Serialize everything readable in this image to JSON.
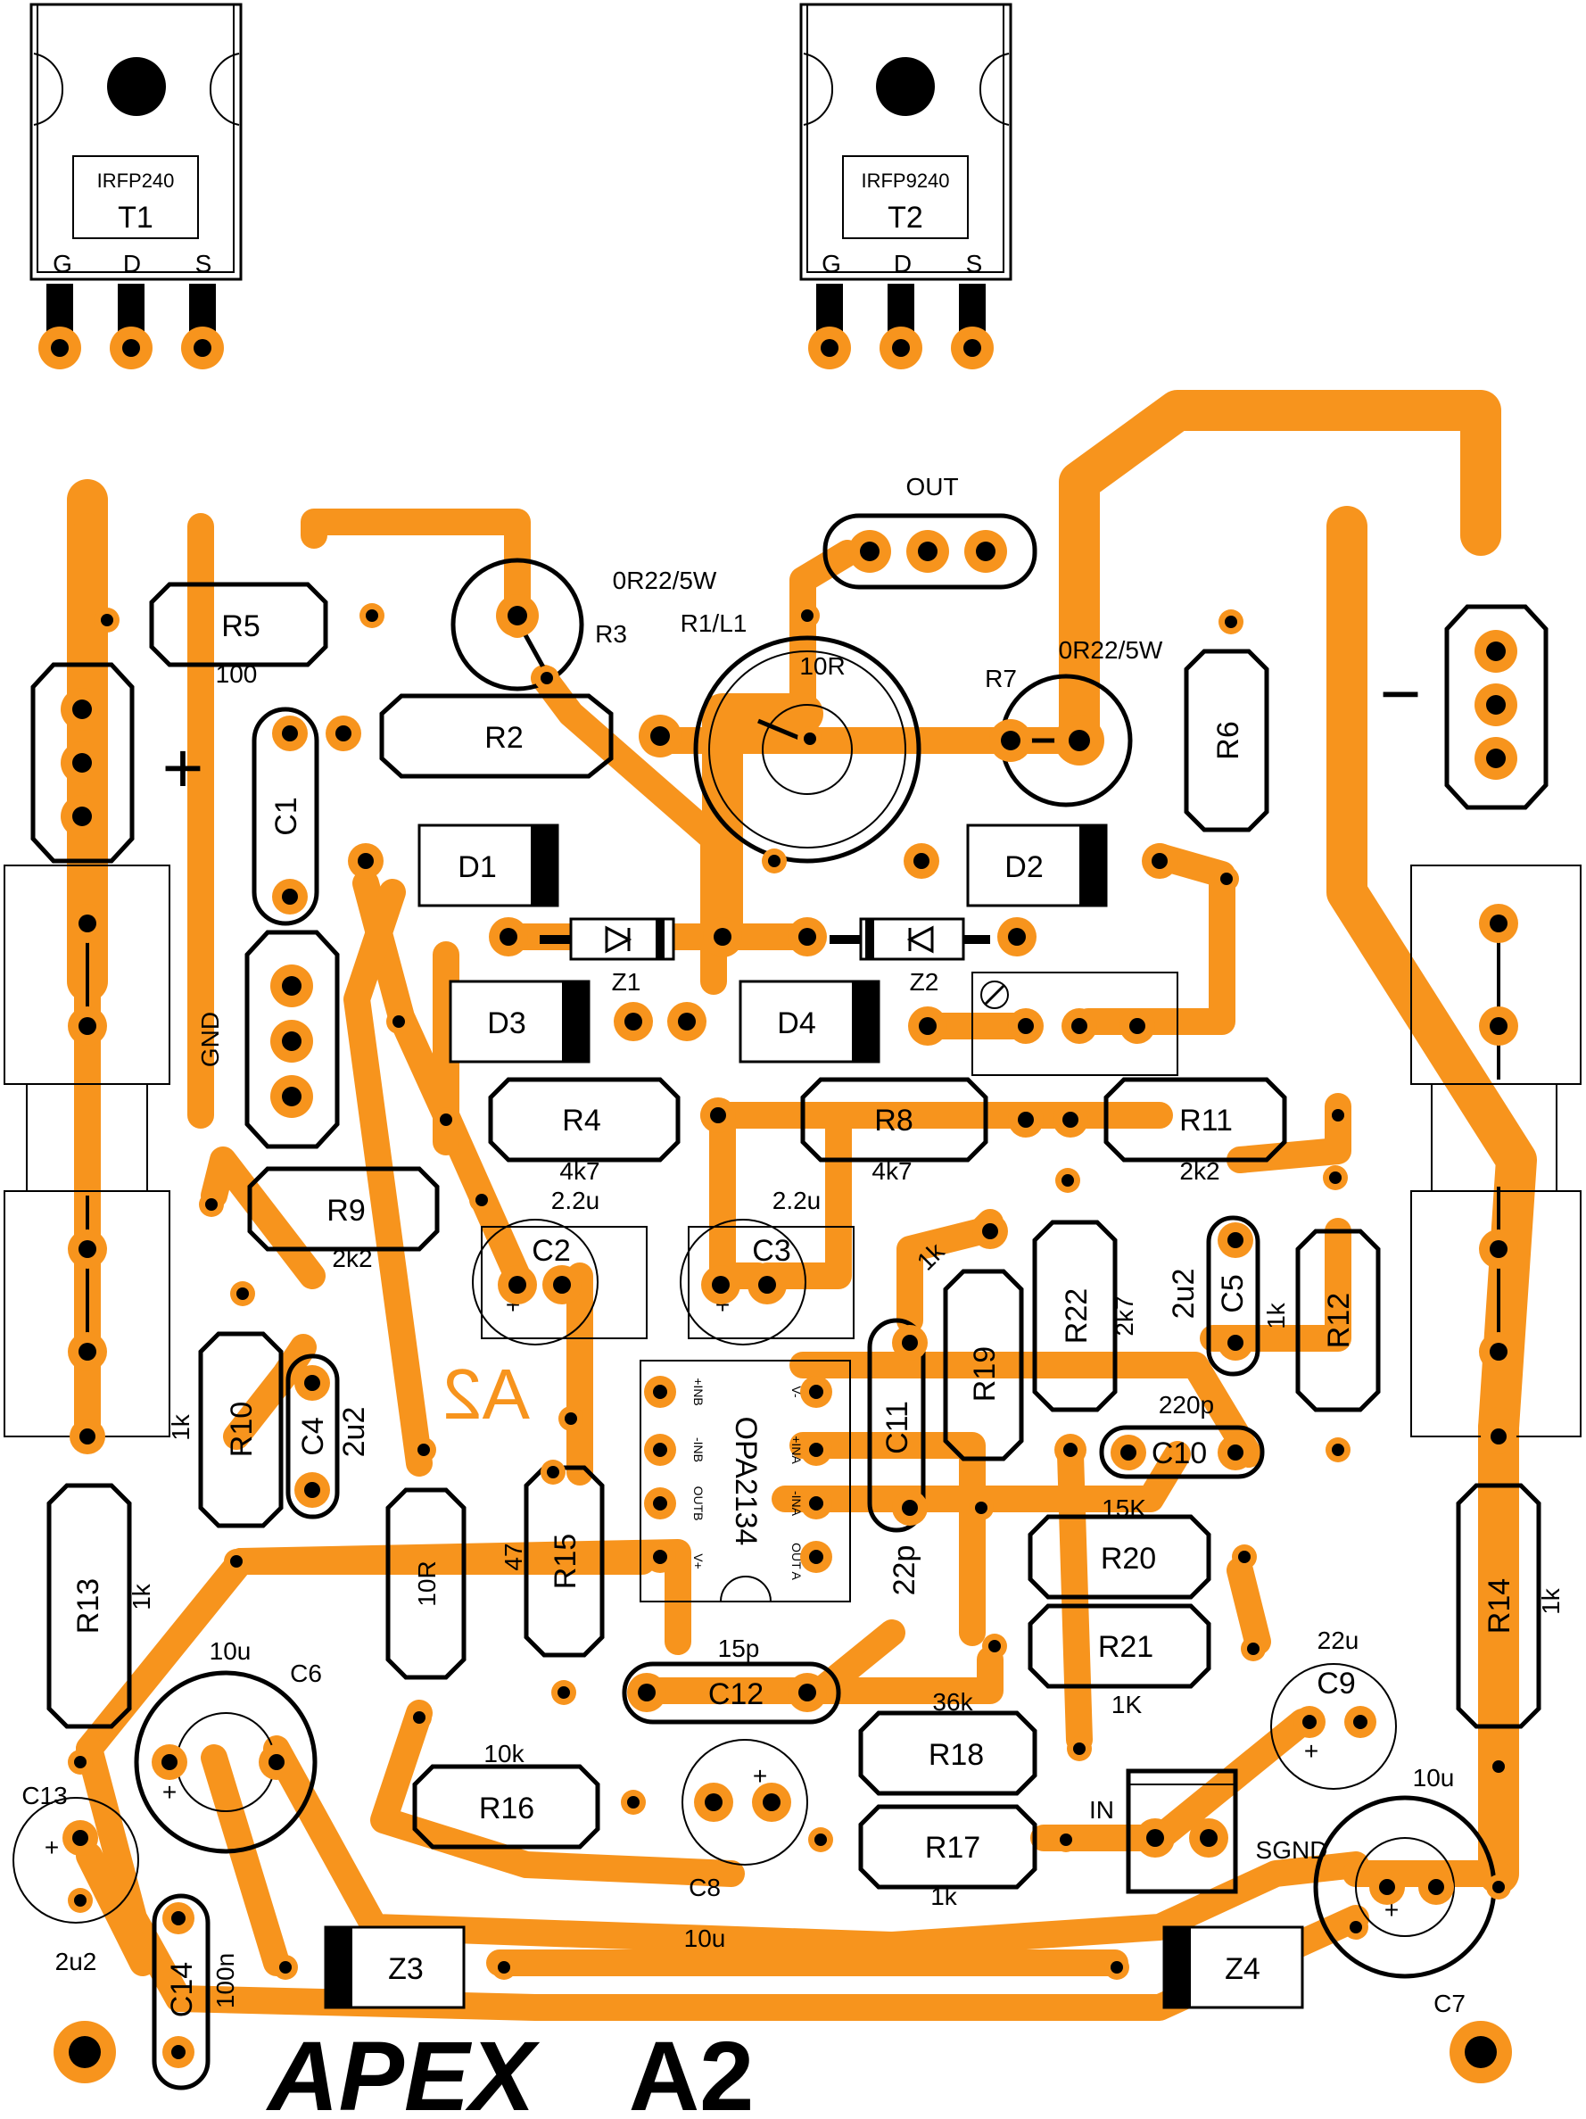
{
  "board": {
    "brand": "APEX",
    "model": "A2",
    "mirror_mark": "A2",
    "colors": {
      "copper": "#f7941d",
      "silk": "#000000",
      "background": "#ffffff"
    }
  },
  "transistors": {
    "t1": {
      "ref": "T1",
      "part": "IRFP240",
      "pins": [
        "G",
        "D",
        "S"
      ]
    },
    "t2": {
      "ref": "T2",
      "part": "IRFP9240",
      "pins": [
        "G",
        "D",
        "S"
      ]
    }
  },
  "ic": {
    "ref": "OPA2134",
    "pins_left": [
      "+INB",
      "-INB",
      "OUTB",
      "V+"
    ],
    "pins_right": [
      "V-",
      "+INA",
      "-INA",
      "OUT A"
    ]
  },
  "connectors": {
    "out": "OUT",
    "plus": "+",
    "minus": "−",
    "gnd": "GND",
    "in": "IN",
    "sgnd": "SGND"
  },
  "resistors": {
    "r1": "R1/L1",
    "r1_value": "10R",
    "r2": "R2",
    "r3": "R3",
    "r3_value": "0R22/5W",
    "r4": "R4",
    "r4_value": "4k7",
    "r5": "R5",
    "r5_value": "100",
    "r6": "R6",
    "r7": "R7",
    "r7_value": "0R22/5W",
    "r8": "R8",
    "r8_value": "4k7",
    "r9": "R9",
    "r9_value": "2k2",
    "r10": "R10",
    "r10_value": "1k",
    "r11": "R11",
    "r11_value": "2k2",
    "r12": "R12",
    "r12_value": "1k",
    "r13": "R13",
    "r13_value": "1k",
    "r14": "R14",
    "r14_value": "1k",
    "r15": "R15",
    "r15_value": "47",
    "r16": "R16",
    "r16_value": "10k",
    "r17": "R17",
    "r17_value": "1k",
    "r18": "R18",
    "r18_value": "36k",
    "r19": "R19",
    "r19_value": "1k",
    "r20": "R20",
    "r20_value": "15K",
    "r21": "R21",
    "r21_value": "1K",
    "r22": "R22",
    "r22_value": "2k7",
    "r10r": "10R"
  },
  "capacitors": {
    "c1": "C1",
    "c2": "C2",
    "c2_value": "2.2u",
    "c3": "C3",
    "c3_value": "2.2u",
    "c4": "C4",
    "c4_value": "2u2",
    "c5": "C5",
    "c5_value": "2u2",
    "c6": "C6",
    "c6_value": "10u",
    "c7": "C7",
    "c7_value": "10u",
    "c8": "C8",
    "c8_value": "10u",
    "c9": "C9",
    "c9_value": "22u",
    "c10": "C10",
    "c10_value": "220p",
    "c11": "C11",
    "c11_value": "22p",
    "c12": "C12",
    "c12_value": "15p",
    "c13": "C13",
    "c13_value": "2u2",
    "c14": "C14",
    "c14_value": "100n",
    "polarity": "+"
  },
  "diodes": {
    "d1": "D1",
    "d2": "D2",
    "d3": "D3",
    "d4": "D4",
    "z1": "Z1",
    "z2": "Z2",
    "z3": "Z3",
    "z4": "Z4"
  }
}
